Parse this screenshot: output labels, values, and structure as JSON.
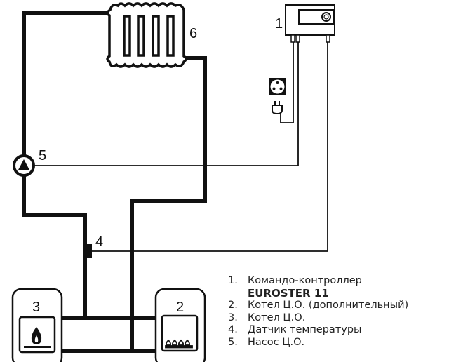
{
  "diagram": {
    "colors": {
      "pipe": "#111111",
      "wire": "#111111",
      "background": "#ffffff"
    },
    "labels": {
      "controller": "1",
      "aux_boiler": "2",
      "main_boiler": "3",
      "sensor": "4",
      "pump": "5",
      "radiator": "6"
    },
    "icons": [
      "controller-icon",
      "radiator-icon",
      "pump-icon",
      "temperature-sensor-icon",
      "socket-icon",
      "plug-icon",
      "solid-fuel-flame-icon",
      "gas-burner-icon"
    ]
  },
  "legend": {
    "items": [
      {
        "num": "1.",
        "text": "Командо-контроллер",
        "subtext": "EUROSTER 11"
      },
      {
        "num": "2.",
        "text": "Котел Ц.О. (дополнительный)"
      },
      {
        "num": "3.",
        "text": "Котел Ц.О."
      },
      {
        "num": "4.",
        "text": "Датчик температуры"
      },
      {
        "num": "5.",
        "text": "Насос Ц.О."
      }
    ]
  }
}
